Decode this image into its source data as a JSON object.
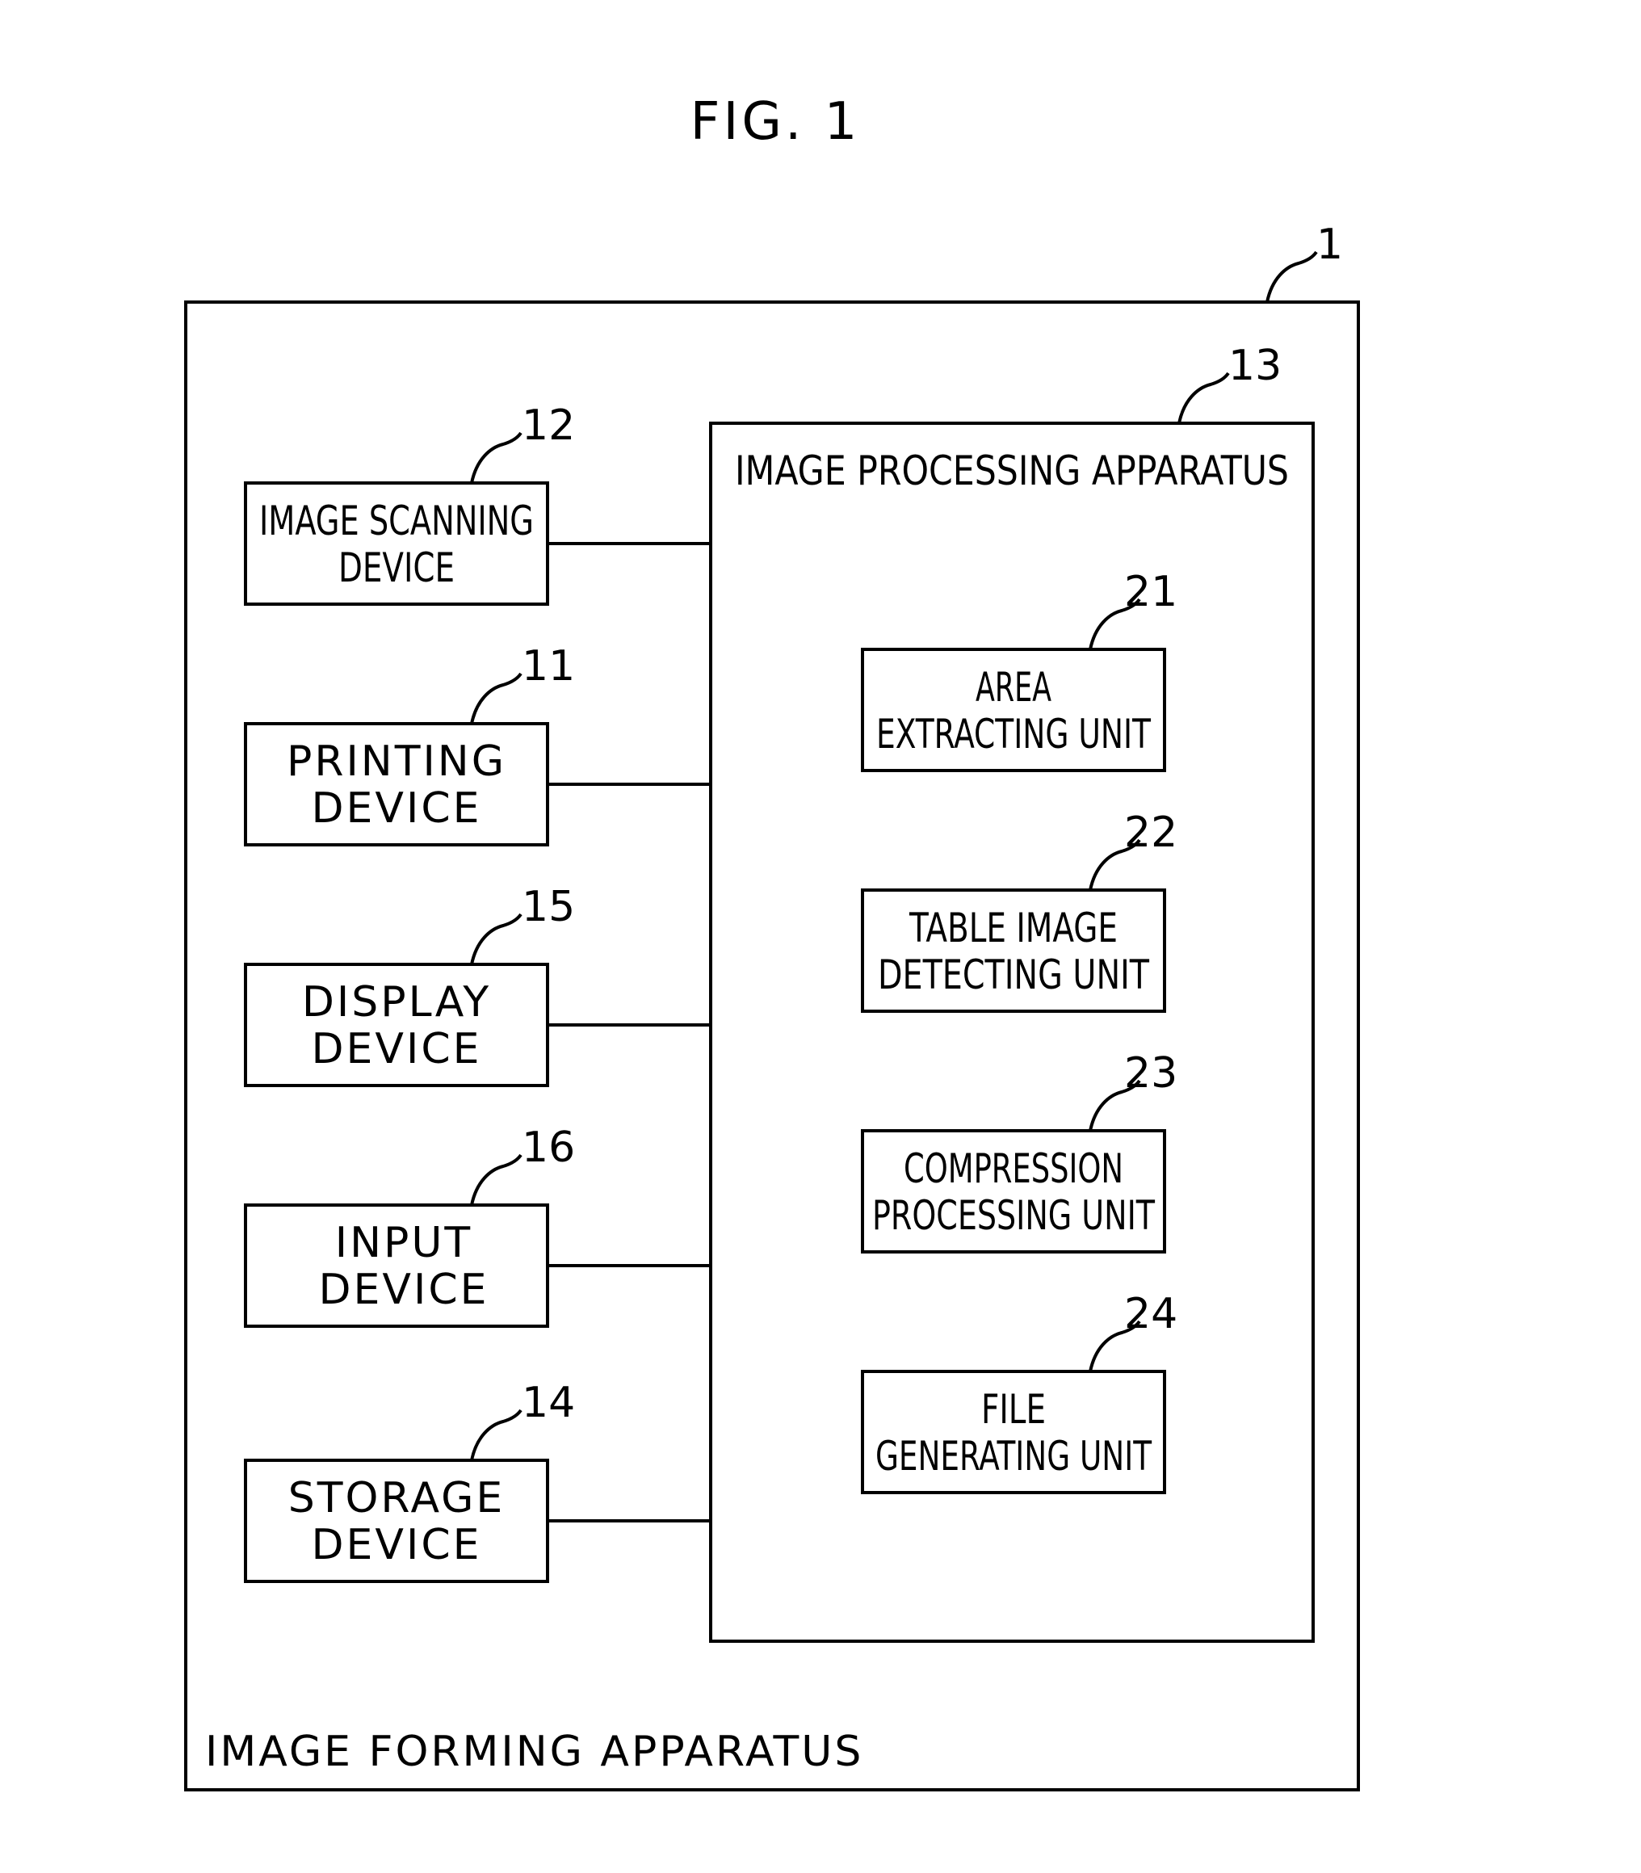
{
  "figure": {
    "title": "FIG. 1"
  },
  "image_forming_apparatus": {
    "ref": "1",
    "label": "IMAGE FORMING APPARATUS"
  },
  "image_processing_apparatus": {
    "ref": "13",
    "label": "IMAGE PROCESSING APPARATUS"
  },
  "devices": [
    {
      "ref": "12",
      "lines": [
        "IMAGE SCANNING",
        "DEVICE"
      ]
    },
    {
      "ref": "11",
      "lines": [
        "PRINTING",
        "DEVICE"
      ]
    },
    {
      "ref": "15",
      "lines": [
        "DISPLAY",
        "DEVICE"
      ]
    },
    {
      "ref": "16",
      "lines": [
        "INPUT",
        "DEVICE"
      ]
    },
    {
      "ref": "14",
      "lines": [
        "STORAGE",
        "DEVICE"
      ]
    }
  ],
  "units": [
    {
      "ref": "21",
      "lines": [
        "AREA",
        "EXTRACTING UNIT"
      ]
    },
    {
      "ref": "22",
      "lines": [
        "TABLE IMAGE",
        "DETECTING UNIT"
      ]
    },
    {
      "ref": "23",
      "lines": [
        "COMPRESSION",
        "PROCESSING UNIT"
      ]
    },
    {
      "ref": "24",
      "lines": [
        "FILE",
        "GENERATING UNIT"
      ]
    }
  ]
}
